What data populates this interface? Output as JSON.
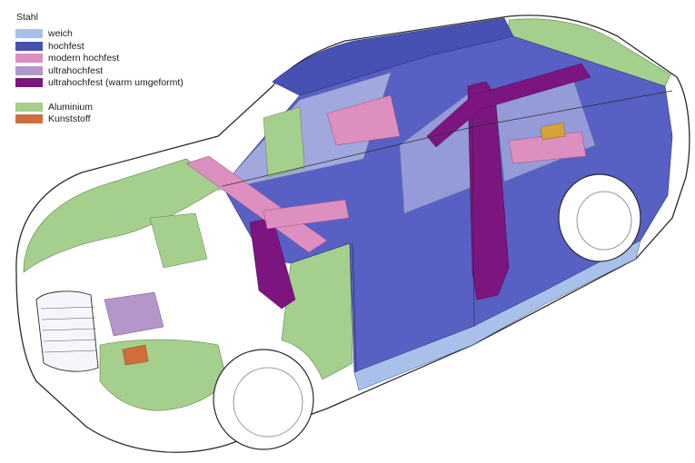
{
  "legend": {
    "heading": "Stahl",
    "steel": [
      {
        "label": "weich",
        "color": "#a9c1ea"
      },
      {
        "label": "hochfest",
        "color": "#4750b3"
      },
      {
        "label": "modern hochfest",
        "color": "#dd8fc0"
      },
      {
        "label": "ultrahochfest",
        "color": "#b496cb"
      },
      {
        "label": "ultrahochfest (warm umgeformt)",
        "color": "#7d1581"
      }
    ],
    "other": [
      {
        "label": "Aluminium",
        "color": "#a5cf8d"
      },
      {
        "label": "Kunststoff",
        "color": "#cf6e3b"
      }
    ]
  },
  "palette": {
    "outline": "#2a2a2a",
    "glass": "#dfe4f2"
  }
}
